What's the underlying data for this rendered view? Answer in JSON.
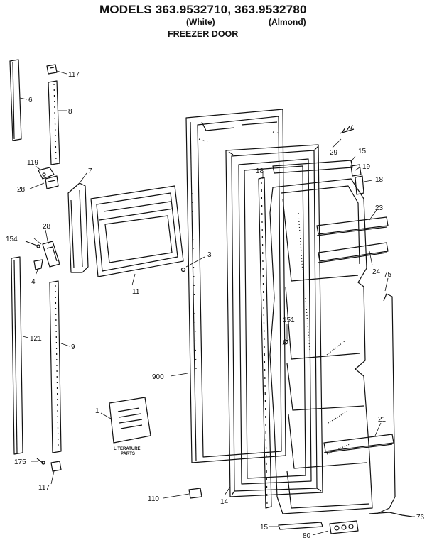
{
  "header": {
    "title": "MODELS 363.9532710, 363.9532780",
    "white": "(White)",
    "almond": "(Almond)",
    "section": "FREEZER DOOR"
  },
  "booklet": {
    "caption_line1": "LITERATURE",
    "caption_line2": "PARTS"
  },
  "callouts": {
    "c117a": "117",
    "c6": "6",
    "c8": "8",
    "c7": "7",
    "c119": "119",
    "c28a": "28",
    "c28b": "28",
    "c154": "154",
    "c4": "4",
    "c11": "11",
    "c3": "3",
    "c121": "121",
    "c9": "9",
    "c900": "900",
    "c1": "1",
    "c175": "175",
    "c117b": "117",
    "c110": "110",
    "c14": "14",
    "c29": "29",
    "c15a": "15",
    "c19": "19",
    "c18a": "18",
    "c18b": "18",
    "c23": "23",
    "c24": "24",
    "c75": "75",
    "c151": "151",
    "c21": "21",
    "c76": "76",
    "c15b": "15",
    "c80": "80"
  },
  "colors": {
    "ink": "#111111",
    "paper": "#ffffff"
  }
}
